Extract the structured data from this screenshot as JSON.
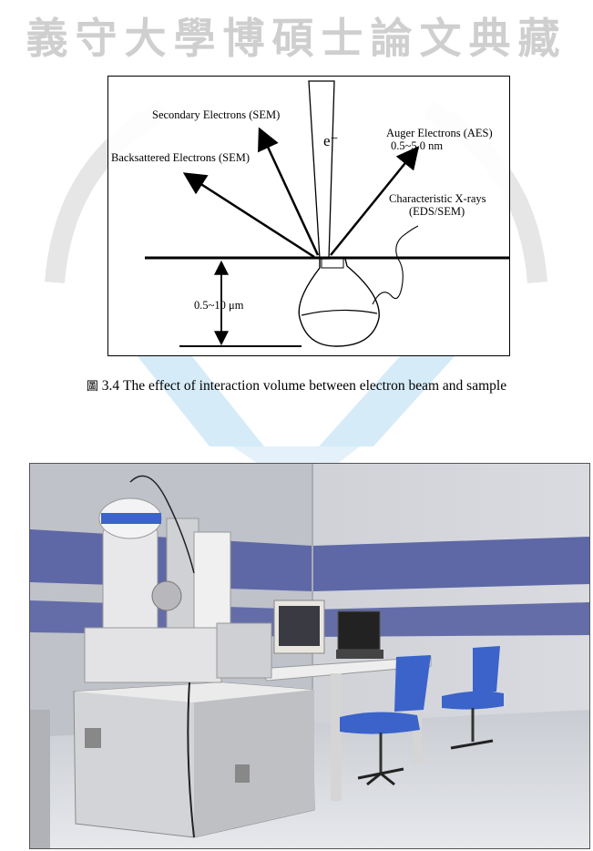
{
  "watermark": {
    "title": "義守大學博碩士論文典藏"
  },
  "diagram": {
    "labels": {
      "secondary": "Secondary Electrons (SEM)",
      "backscattered": "Backsattered Electrons (SEM)",
      "auger": "Auger Electrons (AES)",
      "auger_range": "0.5~5.0 nm",
      "xray_line1": "Characteristic X-rays",
      "xray_line2": "(EDS/SEM)",
      "beam": "e⁻",
      "depth": "0.5~10 μm"
    }
  },
  "caption": {
    "prefix": "圖",
    "text": "3.4 The effect of interaction volume between electron beam and sample"
  },
  "colors": {
    "watermark_gray": "#cfcfcf",
    "watermark_blue": "#cfe6f7",
    "wall_stripe": "#5e68a6",
    "chair_blue": "#3b63c9"
  }
}
